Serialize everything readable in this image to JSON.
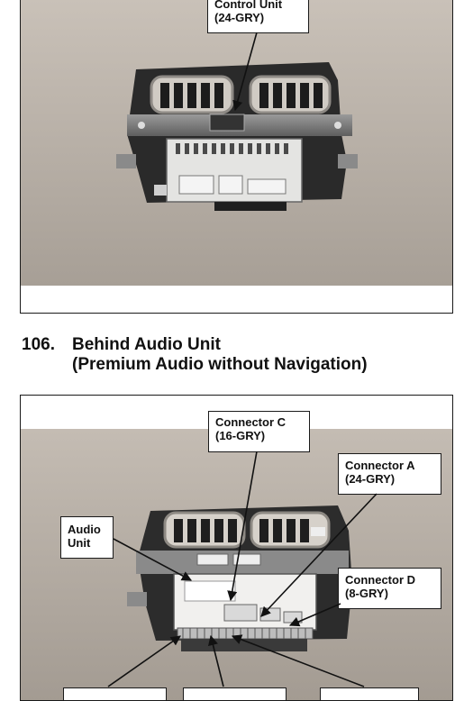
{
  "top_figure": {
    "callout": {
      "line1": "Control Unit",
      "line2": "(24-GRY)"
    }
  },
  "section": {
    "number": "106.",
    "title": "Behind Audio Unit",
    "subtitle": "(Premium Audio without Navigation)"
  },
  "bottom_figure": {
    "callouts": {
      "connector_c": {
        "line1": "Connector C",
        "line2": "(16-GRY)"
      },
      "connector_a": {
        "line1": "Connector A",
        "line2": "(24-GRY)"
      },
      "audio_unit": {
        "line1": "Audio",
        "line2": "Unit"
      },
      "connector_d": {
        "line1": "Connector D",
        "line2": "(8-GRY)"
      }
    }
  }
}
